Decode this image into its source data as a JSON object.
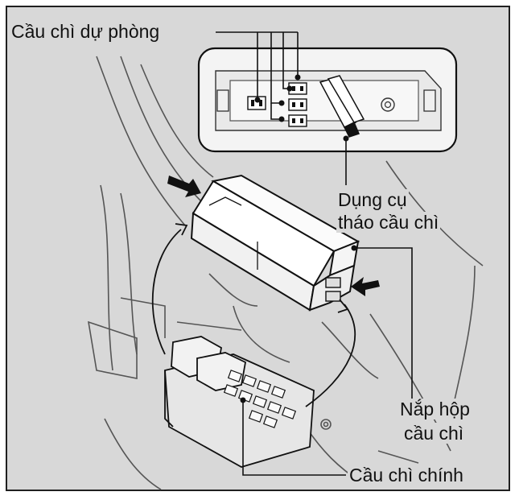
{
  "labels": {
    "spare_fuses": "Cầu chì dự phòng",
    "fuse_puller_line1": "Dụng cụ",
    "fuse_puller_line2": "tháo cầu chì",
    "fuse_box_cover_line1": "Nắp hộp",
    "fuse_box_cover_line2": "cầu chì",
    "main_fuse": "Cầu chì chính"
  },
  "colors": {
    "background": "#d8d8d8",
    "line": "#111111",
    "component_fill": "#f2f2f2",
    "border": "#202020"
  }
}
